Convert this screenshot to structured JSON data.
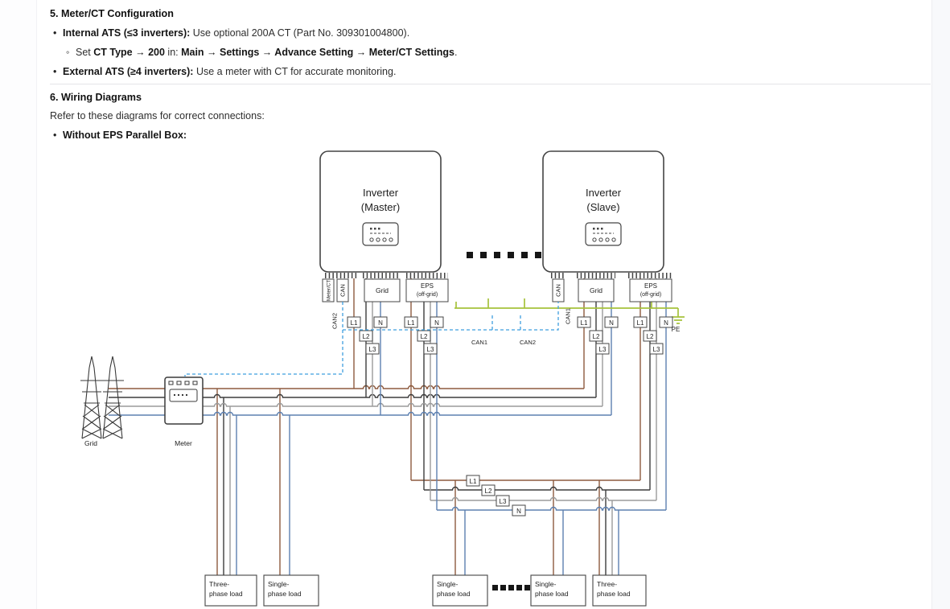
{
  "page": {
    "markers": {
      "bullet": "•",
      "circle": "◦"
    },
    "section5": {
      "heading": "5. Meter/CT Configuration",
      "item1": {
        "bold": "Internal ATS (≤3 inverters):",
        "text": " Use optional 200A CT (Part No. 309301004800)."
      },
      "item1_sub": {
        "pre": "Set ",
        "bold1": "CT Type → 200",
        "mid": " in: ",
        "bold2": "Main → Settings → Advance Setting → Meter/CT Settings",
        "post": "."
      },
      "item2": {
        "bold": "External ATS (≥4 inverters):",
        "text": " Use a meter with CT for accurate monitoring."
      }
    },
    "section6": {
      "heading": "6. Wiring Diagrams",
      "intro": "Refer to these diagrams for correct connections:",
      "item1": "Without EPS Parallel Box:"
    }
  },
  "diagram": {
    "inverter_master": {
      "line1": "Inverter",
      "line2": "(Master)"
    },
    "inverter_slave": {
      "line1": "Inverter",
      "line2": "(Slave)"
    },
    "ports": {
      "meter": "Meter/CT",
      "can": "CAN",
      "grid": "Grid",
      "eps1": "EPS",
      "eps2": "(off-grid)"
    },
    "labels": {
      "l1": "L1",
      "l2": "L2",
      "l3": "L3",
      "n": "N",
      "pe": "PE",
      "can1": "CAN1",
      "can2": "CAN2",
      "grid": "Grid",
      "meter": "Meter"
    },
    "loads": [
      {
        "line1": "Three-",
        "line2": "phase load"
      },
      {
        "line1": "Single-",
        "line2": "phase load"
      },
      {
        "line1": "Single-",
        "line2": "phase load"
      },
      {
        "line1": "Single-",
        "line2": "phase load"
      },
      {
        "line1": "Three-",
        "line2": "phase load"
      }
    ],
    "wire_colors": {
      "l1": "#8d5a3e",
      "l2": "#3d3d3d",
      "l3": "#9b9b9b",
      "n": "#5d80b0",
      "pe": "#a6c23c",
      "can": "#3f9fdf"
    }
  }
}
